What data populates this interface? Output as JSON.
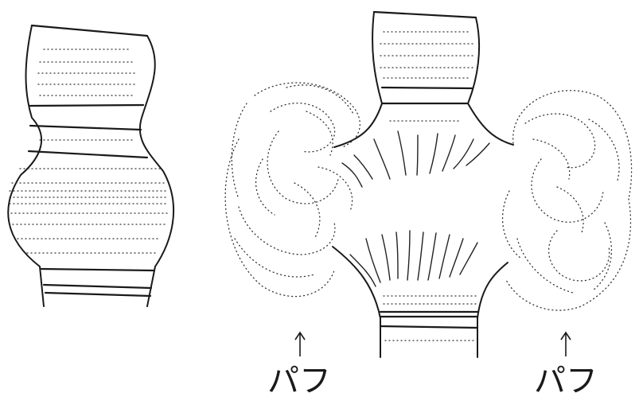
{
  "figure": {
    "left_panel": {
      "kind": "normal-chromosome-segment"
    },
    "right_panel": {
      "kind": "chromosome-segment-with-puff"
    },
    "labels": {
      "puff_left": "パフ",
      "puff_right": "パフ"
    }
  }
}
